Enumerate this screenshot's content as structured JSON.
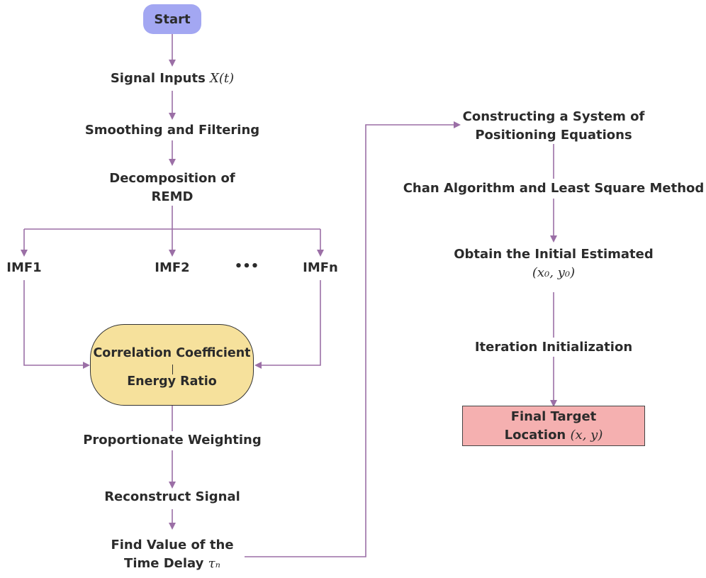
{
  "colors": {
    "connector": "#9b6fa6",
    "start_fill": "#a3a7f2",
    "decision_fill": "#f6e19c",
    "final_fill": "#f5b0b0",
    "text": "#2b2b2b"
  },
  "nodes": {
    "start": "Start",
    "signal_inputs": "Signal Inputs",
    "signal_inputs_math": "X(t)",
    "smoothing": "Smoothing and Filtering",
    "decomposition_line1": "Decomposition of",
    "decomposition_line2": "REMD",
    "imf1": "IMF1",
    "imf2": "IMF2",
    "ellipsis": "•••",
    "imfn": "IMFn",
    "correlation": "Correlation Coefficient",
    "energy_ratio": "Energy Ratio",
    "weighting": "Proportionate Weighting",
    "reconstruct": "Reconstruct Signal",
    "time_delay_line1": "Find Value of the",
    "time_delay_line2": "Time Delay",
    "time_delay_math": "τₙ",
    "constructing_line1": "Constructing a System of",
    "constructing_line2": "Positioning Equations",
    "chan": "Chan Algorithm and Least Square Method",
    "initial_line1": "Obtain the Initial Estimated",
    "initial_math": "(x₀, y₀)",
    "iteration": "Iteration Initialization",
    "final_line1": "Final Target",
    "final_line2": "Location",
    "final_math": "(x, y)"
  }
}
